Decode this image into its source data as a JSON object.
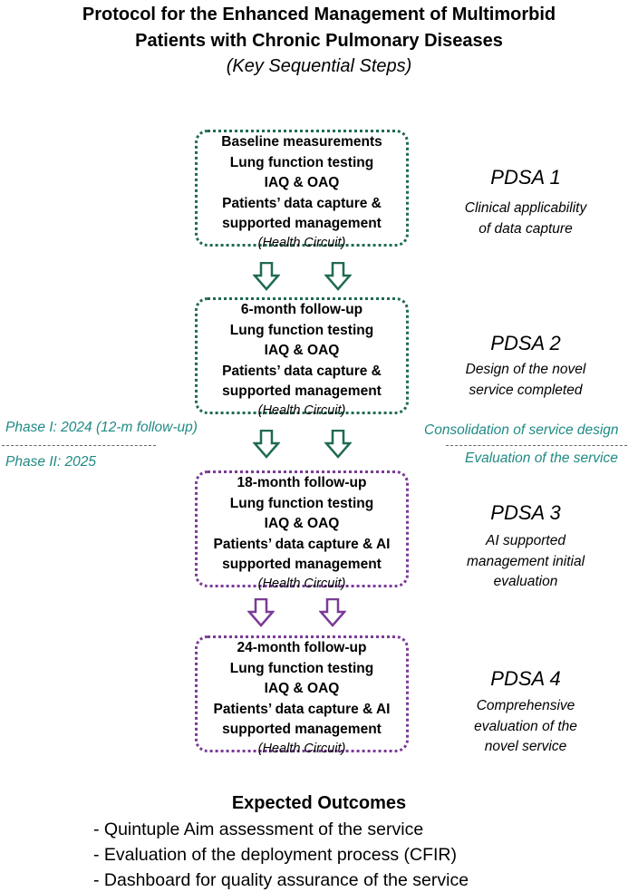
{
  "title_line1": "Protocol for the Enhanced Management of Multimorbid",
  "title_line2": "Patients with Chronic Pulmonary Diseases",
  "subtitle": "(Key Sequential Steps)",
  "colors": {
    "green": "#1f6b4e",
    "purple": "#7a3a96",
    "teal": "#1f8a84"
  },
  "steps": [
    {
      "heading": "Baseline measurements",
      "lines": [
        "Lung function testing",
        "IAQ & OAQ",
        "Patients’ data capture &",
        "supported management"
      ],
      "circuit": "(Health Circuit)",
      "pdsa": "PDSA 1",
      "desc": [
        "Clinical applicability",
        "of data capture"
      ]
    },
    {
      "heading": "6-month follow-up",
      "lines": [
        "Lung function testing",
        "IAQ & OAQ",
        "Patients’ data capture &",
        "supported management"
      ],
      "circuit": "(Health Circuit)",
      "pdsa": "PDSA 2",
      "desc": [
        "Design of the novel",
        "service completed"
      ]
    },
    {
      "heading": "18-month follow-up",
      "lines": [
        "Lung function testing",
        "IAQ & OAQ",
        "Patients’ data capture & AI",
        "supported management"
      ],
      "circuit": "(Health Circuit)",
      "pdsa": "PDSA 3",
      "desc": [
        "AI supported",
        "management initial",
        "evaluation"
      ]
    },
    {
      "heading": "24-month follow-up",
      "lines": [
        "Lung function testing",
        "IAQ & OAQ",
        "Patients’ data capture & AI",
        "supported management"
      ],
      "circuit": "(Health Circuit)",
      "pdsa": "PDSA 4",
      "desc": [
        "Comprehensive",
        "evaluation of the",
        "novel service"
      ]
    }
  ],
  "phases": {
    "phase1": "Phase I: 2024 (12-m follow-up)",
    "phase2": "Phase II: 2025",
    "right_top": "Consolidation of service design",
    "right_bottom": "Evaluation of the service"
  },
  "outcomes": {
    "title": "Expected Outcomes",
    "items": [
      "- Quintuple Aim assessment of the service",
      "- Evaluation of the deployment process (CFIR)",
      "- Dashboard for quality assurance of the service"
    ]
  }
}
